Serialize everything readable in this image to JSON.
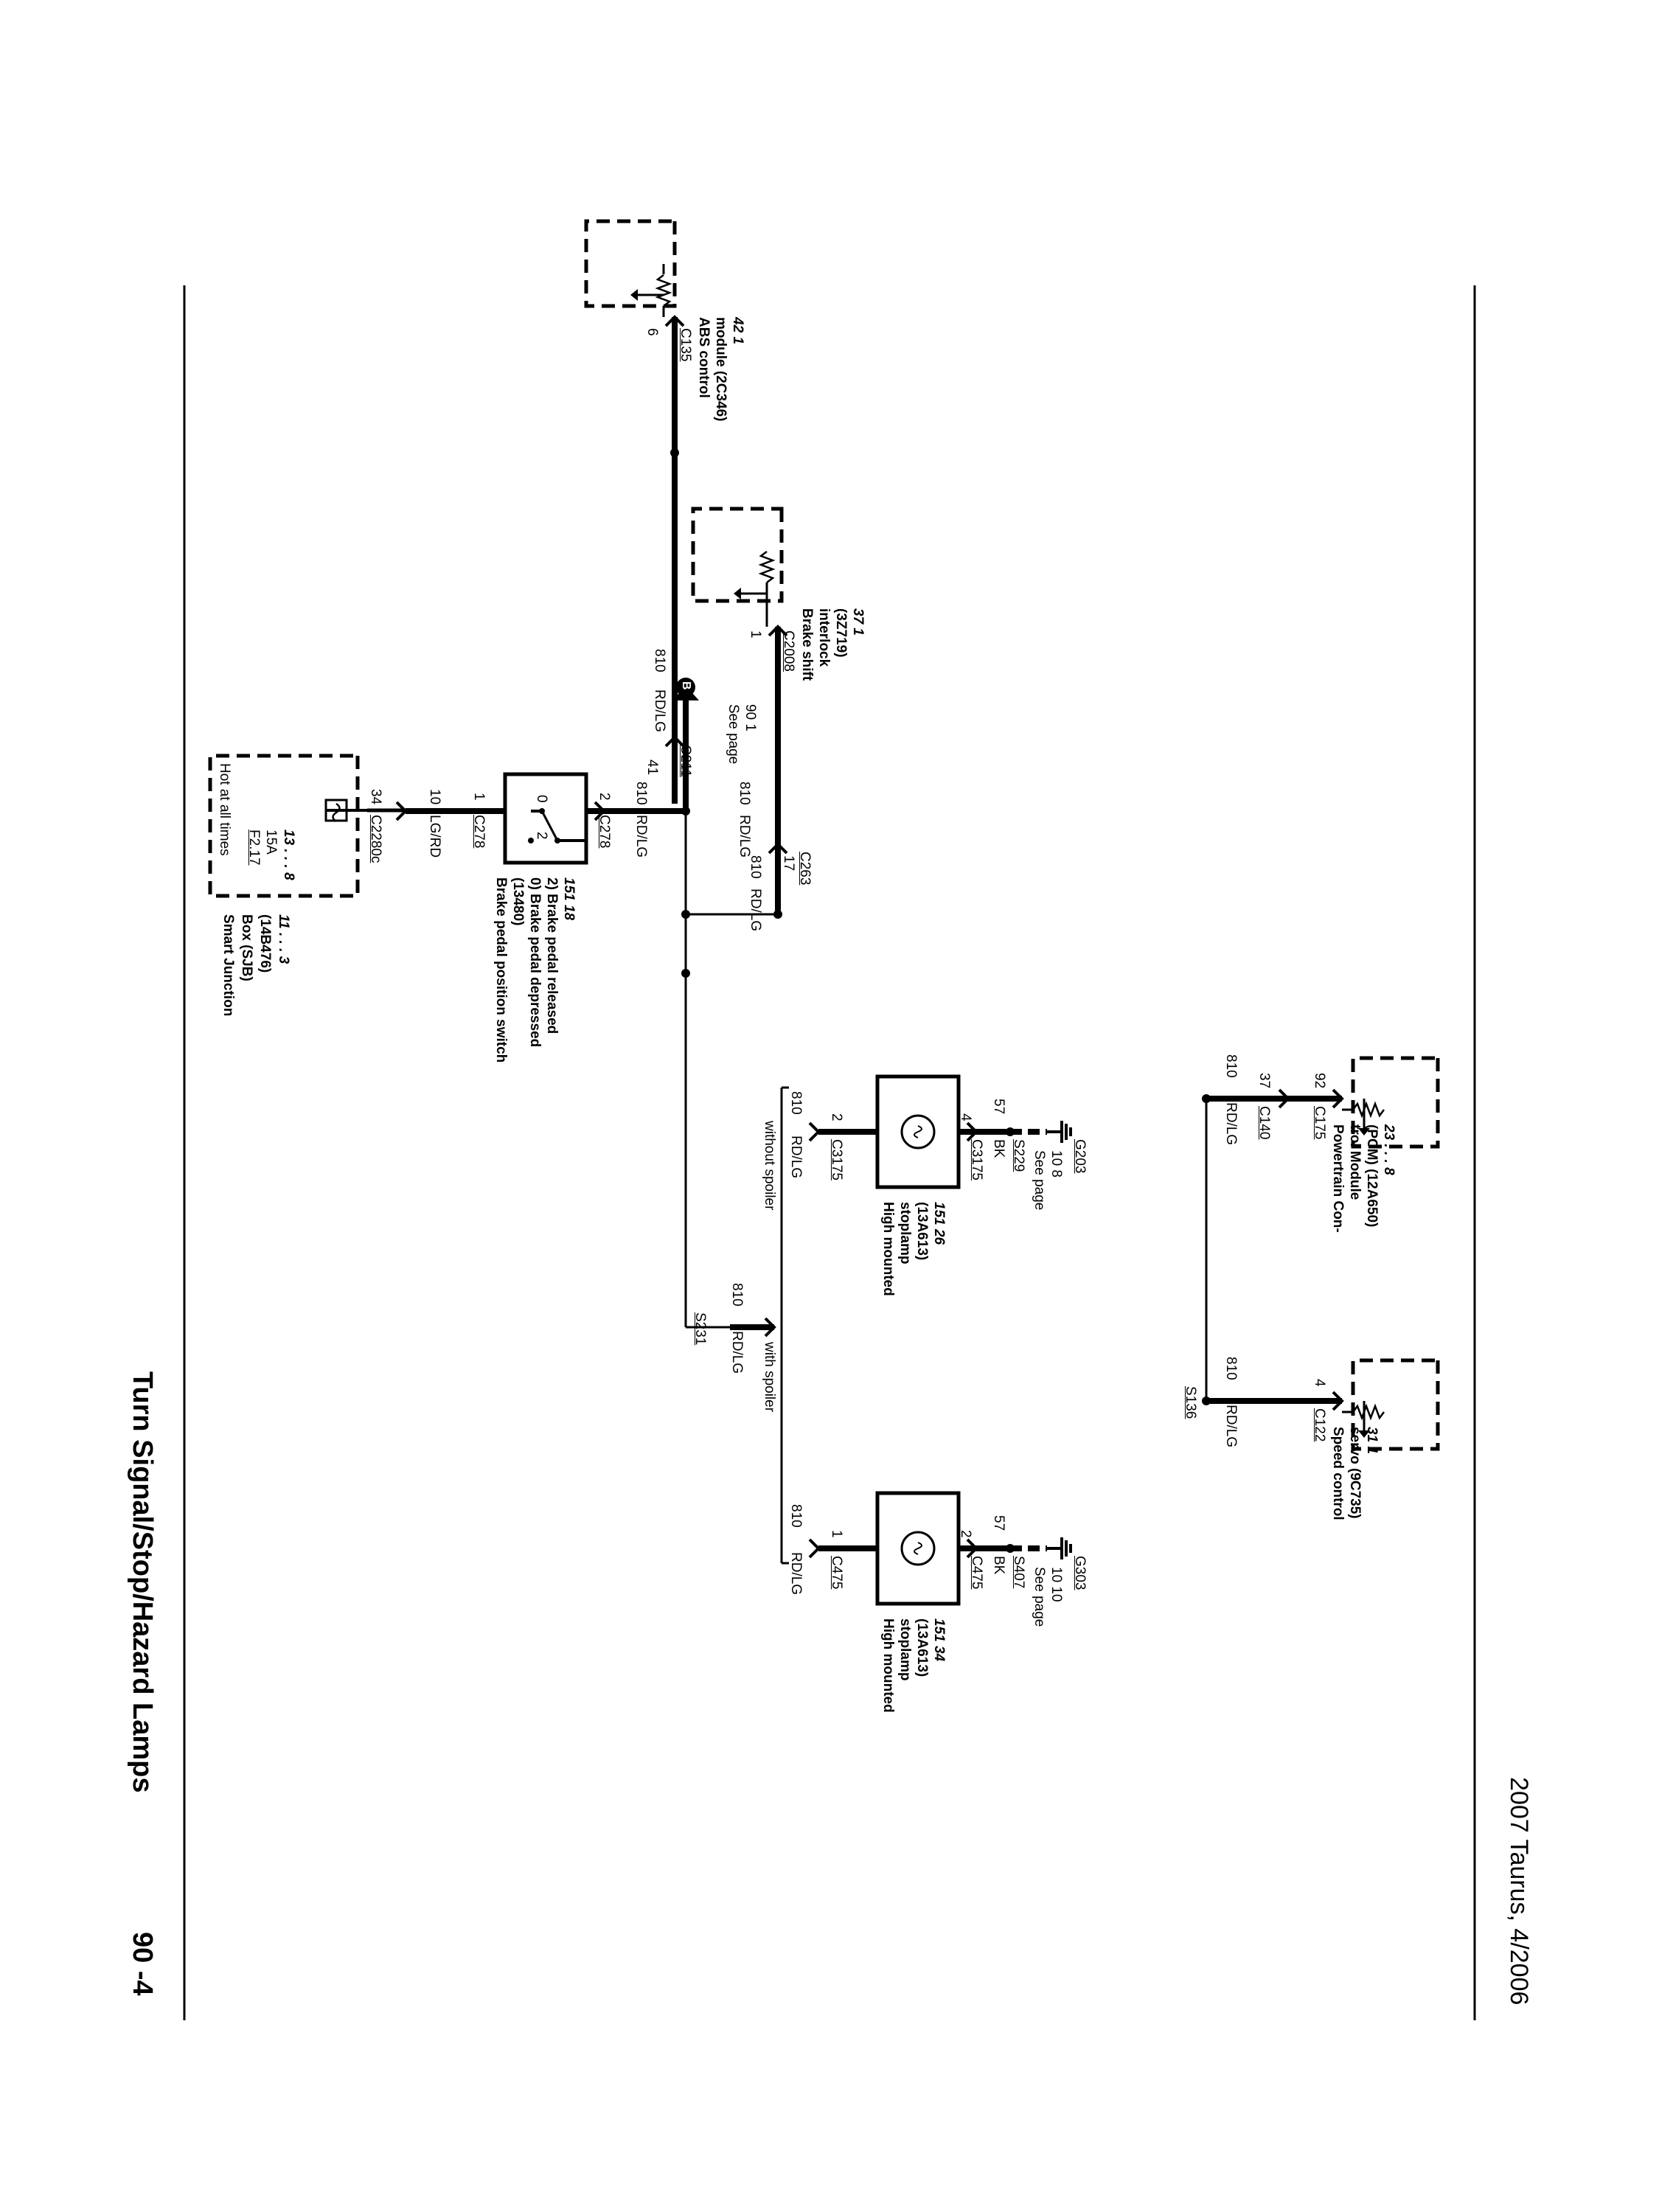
{
  "header": {
    "title": "Turn Signal/Stop/Hazard Lamps",
    "page_number": "90 -4"
  },
  "footer": {
    "model_date": "2007 Taurus, 4/2006"
  },
  "sjb": {
    "name_lines": [
      "Smart Junction",
      "Box (SJB)",
      "(14B476)"
    ],
    "ref": "11 . . . 3",
    "hot": "Hot at all times",
    "fuse": "F2.17",
    "amp": "15A",
    "fuse_ref": "13 . . . 8",
    "connector": "C2280c",
    "pin": "34"
  },
  "wire_top": {
    "circuit": "10",
    "color": "LG/RD"
  },
  "brake_switch": {
    "connector_top": "C278",
    "pin_top": "1",
    "connector_bottom": "C278",
    "pin_bottom": "2",
    "name_lines": [
      "Brake pedal position switch",
      "(13480)"
    ],
    "state_0": "0)  Brake pedal depressed",
    "state_2": "2)  Brake pedal released",
    "ref": "151      18",
    "contact_0": "0",
    "contact_2": "2"
  },
  "main_wire": {
    "circuit": "810",
    "color": "RD/LG"
  },
  "see_page_b": {
    "circuit": "810",
    "color": "RD/LG",
    "letter": "B",
    "label": "See page",
    "ref": "90      1"
  },
  "abs_branch": {
    "circuit": "810",
    "color": "RD/LG",
    "pin_c211": "41",
    "c211": "C211",
    "pin": "6",
    "connector": "C135",
    "name_lines": [
      "ABS control",
      "module (2C346)"
    ],
    "ref": "42      1"
  },
  "bsi_branch": {
    "circuit": "810",
    "color": "RD/LG",
    "pin_c263": "17",
    "c263": "C263",
    "pin": "1",
    "connector": "C2008",
    "name_lines": [
      "Brake shift",
      "interlock",
      "(3Z719)"
    ],
    "ref": "37      1"
  },
  "s231": {
    "label": "S231",
    "circuit": "810",
    "color": "RD/LG",
    "without": "without spoiler",
    "with": "with spoiler"
  },
  "stop_left": {
    "circuit": "810",
    "color": "RD/LG",
    "pin_in": "2",
    "conn_in": "C3175",
    "name_lines": [
      "High mounted",
      "stoplamp",
      "(13A613)"
    ],
    "ref": "151      26",
    "pin_out": "4",
    "conn_out": "C3175",
    "gnd_circuit": "57",
    "gnd_color": "BK",
    "splice": "S229",
    "see_page": "See page",
    "see_ref": "10      8",
    "ground": "G203"
  },
  "stop_right": {
    "circuit": "810",
    "color": "RD/LG",
    "pin_in": "1",
    "conn_in": "C475",
    "name_lines": [
      "High mounted",
      "stoplamp",
      "(13A613)"
    ],
    "ref": "151      34",
    "pin_out": "2",
    "conn_out": "C475",
    "gnd_circuit": "57",
    "gnd_color": "BK",
    "splice": "S407",
    "see_page": "See page",
    "see_ref": "10      10",
    "ground": "G303"
  },
  "pcm_branch": {
    "circuit": "810",
    "color": "RD/LG",
    "pin_c140": "37",
    "c140": "C140",
    "pin": "92",
    "connector": "C175",
    "name_lines": [
      "Powertrain Con-",
      "trol Module",
      "(PCM) (12A650)"
    ],
    "ref": "23 . . . 8"
  },
  "scs_branch": {
    "splice": "S136",
    "circuit": "810",
    "color": "RD/LG",
    "pin": "4",
    "connector": "C122",
    "name_lines": [
      "Speed control",
      "servo (9C735)"
    ],
    "ref": "31      1"
  }
}
